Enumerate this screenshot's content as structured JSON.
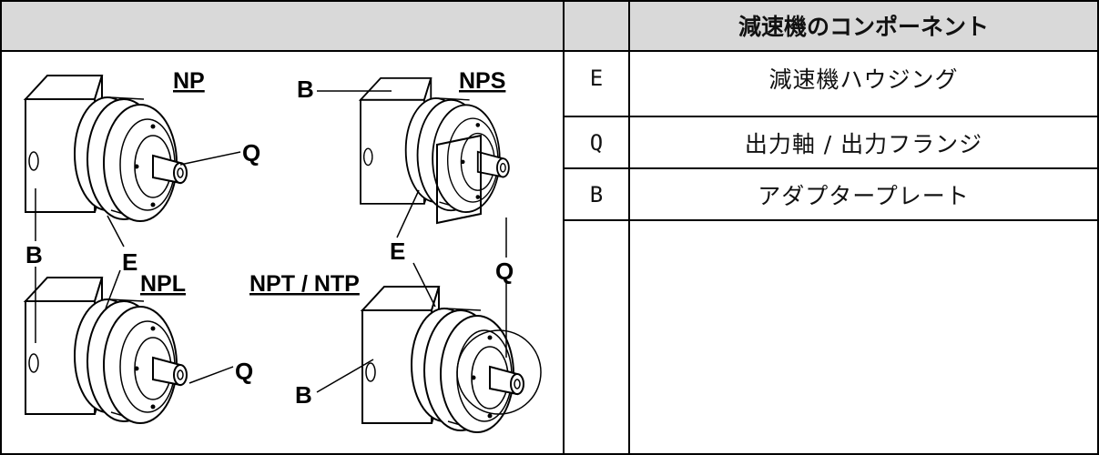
{
  "table": {
    "header": {
      "component_title": "減速機のコンポーネント"
    },
    "rows": [
      {
        "code": "E",
        "description": "減速機ハウジング"
      },
      {
        "code": "Q",
        "description": "出力軸 / 出力フランジ"
      },
      {
        "code": "B",
        "description": "アダプタープレート"
      }
    ]
  },
  "figure": {
    "models": [
      "NP",
      "NPS",
      "NPL",
      "NPT / NTP"
    ],
    "callouts": {
      "housing": "E",
      "output": "Q",
      "adapter": "B"
    }
  }
}
